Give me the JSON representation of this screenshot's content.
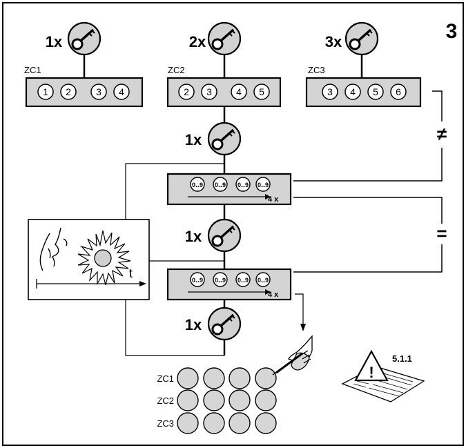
{
  "figure_number": "3",
  "keys": [
    {
      "count": "1x",
      "group": "ZC1",
      "digits": [
        "1",
        "2",
        "3",
        "4"
      ]
    },
    {
      "count": "2x",
      "group": "ZC2",
      "digits": [
        "2",
        "3",
        "4",
        "5"
      ]
    },
    {
      "count": "3x",
      "group": "ZC3",
      "digits": [
        "3",
        "4",
        "5",
        "6"
      ]
    }
  ],
  "steps": {
    "key_press_label": "1x",
    "code_digit_label": "0‥9",
    "repeat_label": "4 x",
    "not_equal_symbol": "≠",
    "equal_symbol": "=",
    "time_label": "t"
  },
  "memory_table": {
    "rows": [
      "ZC1",
      "ZC2",
      "ZC3"
    ],
    "columns": 4
  },
  "reference": "5.1.1",
  "icons": [
    "key-icon",
    "sun-icon",
    "face-icon",
    "pen-hand-icon",
    "warning-book-icon"
  ]
}
